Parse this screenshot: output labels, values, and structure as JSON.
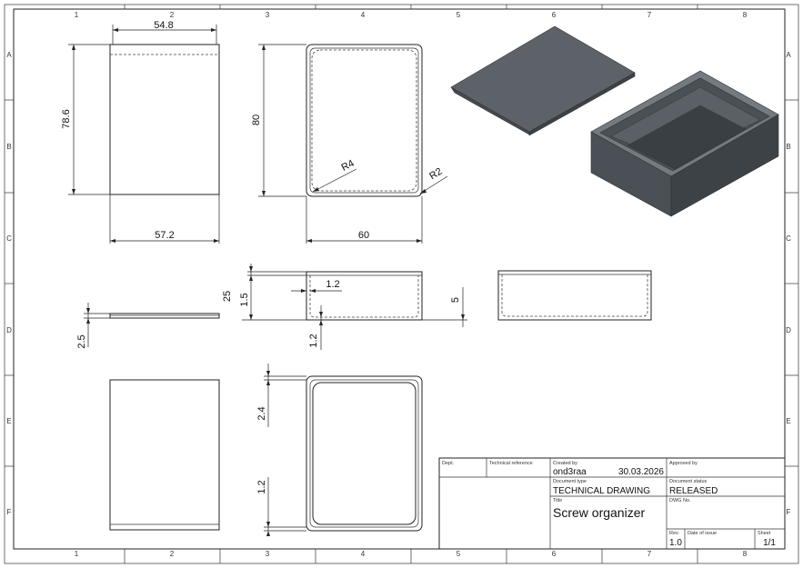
{
  "sheet": {
    "columns": [
      "1",
      "2",
      "3",
      "4",
      "5",
      "6",
      "7",
      "8"
    ],
    "rows": [
      "A",
      "B",
      "C",
      "D",
      "E",
      "F"
    ]
  },
  "dimensions": {
    "top_width": "54.8",
    "top_height": "78.6",
    "bottom_width": "57.2",
    "box_height": "80",
    "box_width": "60",
    "inner_radius": "R4",
    "outer_radius": "R2",
    "lid_thickness": "2.5",
    "side_height": "25",
    "lip_height": "1.5",
    "wall_thickness": "1.2",
    "floor_thickness": "1.2",
    "right_offset": "5",
    "bottom_lip": "2.4",
    "bottom_gap": "1.2"
  },
  "title_block": {
    "dept_label": "Dept.",
    "tech_ref_label": "Technical reference",
    "created_by_label": "Created by",
    "created_by": "ond3raa",
    "date": "30.03.2026",
    "approved_by_label": "Approved by",
    "doc_type_label": "Document type",
    "doc_type": "TECHNICAL DRAWING",
    "doc_status_label": "Document status",
    "doc_status": "RELEASED",
    "title_label": "Title",
    "title": "Screw organizer",
    "dwg_no_label": "DWG No.",
    "rev_label": "Rev.",
    "rev": "1.0",
    "date_of_issue_label": "Date of issue",
    "sheet_label": "Sheet",
    "sheet": "1/1"
  },
  "colors": {
    "line": "#222222",
    "iso_face_dark": "#4a5055",
    "iso_face_mid": "#5c6268",
    "iso_face_light": "#737a80"
  }
}
